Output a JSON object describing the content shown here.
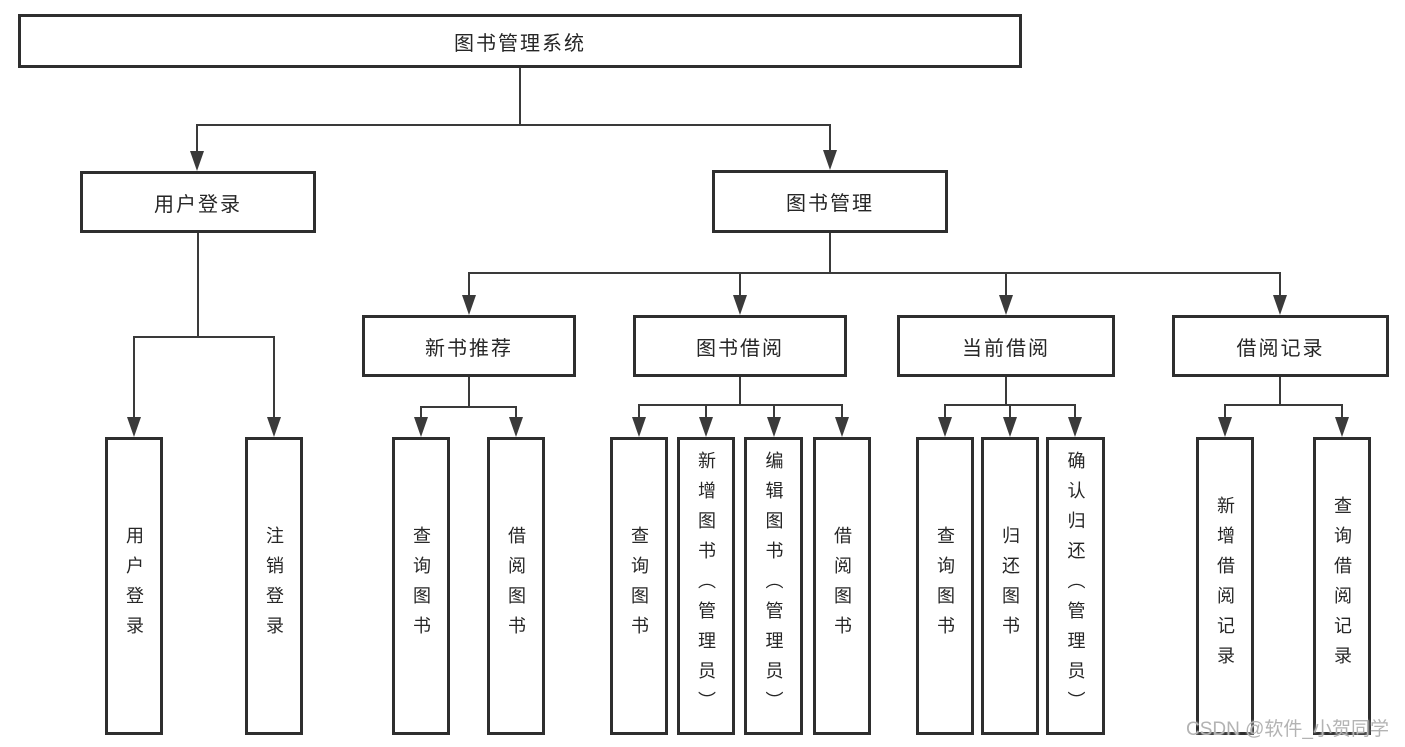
{
  "colors": {
    "bg": "#ffffff",
    "line": "#3a3a3a",
    "border": "#2e2e2e",
    "box_bg": "#ffffff",
    "text": "#262626",
    "watermark": "#b3b3b3"
  },
  "watermark": {
    "text": "CSDN @软件_小贺同学"
  },
  "tree": {
    "root": {
      "label": "图书管理系统"
    },
    "branches": [
      {
        "label": "用户登录",
        "children": [
          {
            "label": "用户登录"
          },
          {
            "label": "注销登录"
          }
        ]
      },
      {
        "label": "图书管理",
        "children": [
          {
            "label": "新书推荐",
            "children": [
              {
                "label": "查询图书"
              },
              {
                "label": "借阅图书"
              }
            ]
          },
          {
            "label": "图书借阅",
            "children": [
              {
                "label": "查询图书"
              },
              {
                "label": "新增图书（管理员）"
              },
              {
                "label": "编辑图书（管理员）"
              },
              {
                "label": "借阅图书"
              }
            ]
          },
          {
            "label": "当前借阅",
            "children": [
              {
                "label": "查询图书"
              },
              {
                "label": "归还图书"
              },
              {
                "label": "确认归还（管理员）"
              }
            ]
          },
          {
            "label": "借阅记录",
            "children": [
              {
                "label": "新增借阅记录"
              },
              {
                "label": "查询借阅记录"
              }
            ]
          }
        ]
      }
    ]
  }
}
